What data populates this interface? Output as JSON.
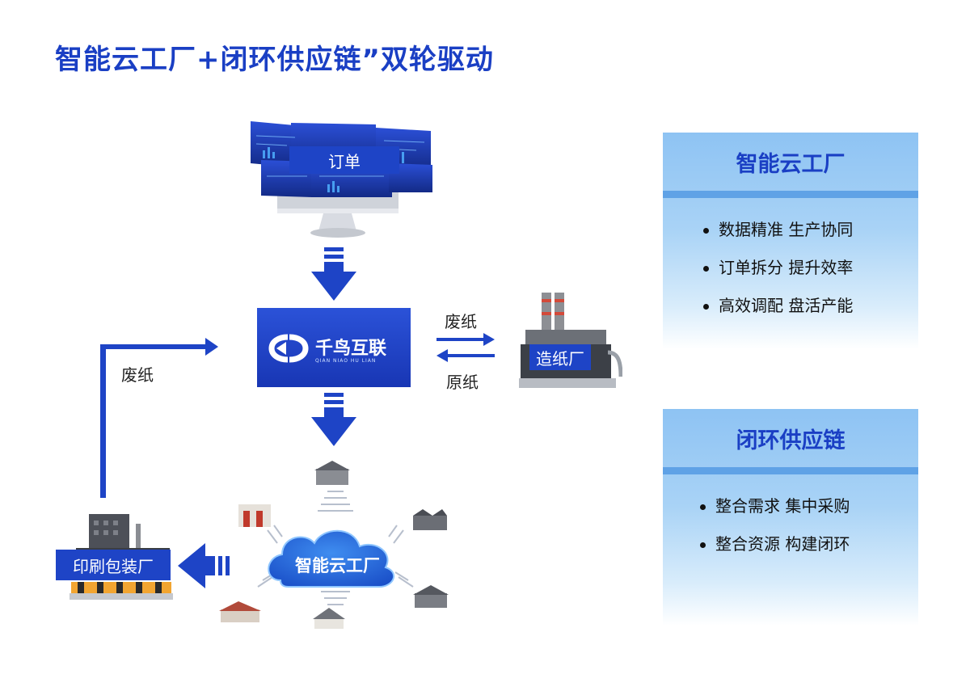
{
  "title": "智能云工厂+闭环供应链”双轮驱动",
  "monitor": {
    "label": "订单"
  },
  "hub": {
    "name": "千鸟互联",
    "pinyin": "QIAN NIAO HU LIAN"
  },
  "paper_mill": {
    "label": "造纸厂",
    "arrow_out_label": "废纸",
    "arrow_in_label": "原纸"
  },
  "cloud": {
    "label": "智能云工厂"
  },
  "printing_factory": {
    "label": "印刷包装厂"
  },
  "return_arrow_label": "废纸",
  "panels": [
    {
      "title": "智能云工厂",
      "items": [
        "数据精准  生产协同",
        "订单拆分  提升效率",
        "高效调配  盘活产能"
      ]
    },
    {
      "title": "闭环供应链",
      "items": [
        "整合需求  集中采购",
        "整合资源  构建闭环"
      ]
    }
  ],
  "colors": {
    "brand_blue": "#1e44c6",
    "title_blue": "#1a3fc4",
    "panel_bar": "#5fa2e6",
    "panel_bg": "#a9d3f6"
  }
}
